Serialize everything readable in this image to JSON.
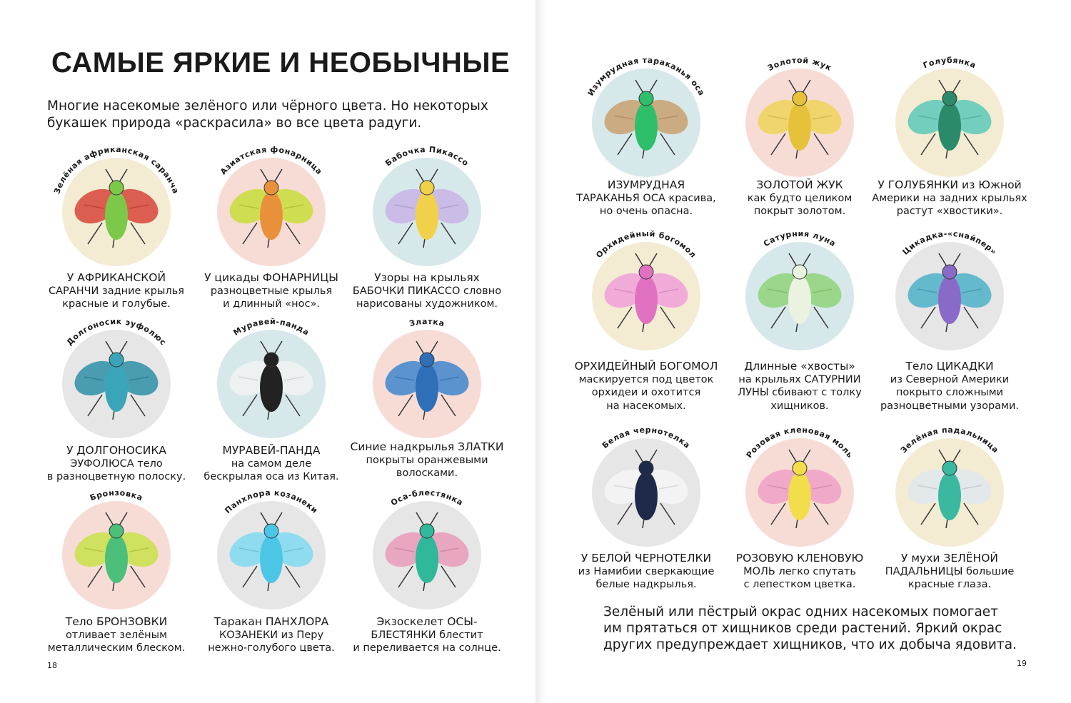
{
  "left_page": {
    "title": "САМЫЕ ЯРКИЕ И НЕОБЫЧНЫЕ",
    "intro": [
      "Многие насекомые зелёного или чёрного цвета. Но некоторых",
      "букашек природа «раскрасила» во все цвета радуги."
    ],
    "page_number": "18"
  },
  "right_page": {
    "outro": [
      "Зелёный или пёстрый окрас одних насекомых помогает",
      "им прятаться от хищников среди растений. Яркий окрас",
      "других предупреждает хищников, что их добыча ядовита."
    ],
    "page_number": "19"
  },
  "insects": [
    {
      "label": "Зелёная африканская саранча",
      "caption": [
        "У АФРИКАНСКОЙ",
        "САРАНЧИ задние крылья",
        "красные и голубые."
      ],
      "bg": "#f3ecd3",
      "body": "#7cc94a",
      "wing": "#d6453a"
    },
    {
      "label": "Азиатская фонарница",
      "caption": [
        "У цикады ФОНАРНИЦЫ",
        "разноцветные крылья",
        "и длинный «нос»."
      ],
      "bg": "#f7dcd6",
      "body": "#e8913a",
      "wing": "#c8de3a"
    },
    {
      "label": "Бабочка Пикассо",
      "caption": [
        "Узоры на крыльях",
        "БАБОЧКИ ПИКАССО словно",
        "нарисованы художником."
      ],
      "bg": "#d7e8ea",
      "body": "#f2d14a",
      "wing": "#c9b3e6"
    },
    {
      "label": "Долгоносик эуфолюс",
      "caption": [
        "У ДОЛГОНОСИКА",
        "ЭУФОЛЮСА тело",
        "в разноцветную полоску."
      ],
      "bg": "#e6e6e6",
      "body": "#3aa5b8",
      "wing": "#2e8fa6"
    },
    {
      "label": "Муравей-панда",
      "caption": [
        "МУРАВЕЙ-ПАНДА",
        "на самом деле",
        "бескрылая оса из Китая."
      ],
      "bg": "#d7e8ea",
      "body": "#222222",
      "wing": "#f2f2f2"
    },
    {
      "label": "Златка",
      "caption": [
        "Синие надкрылья ЗЛАТКИ",
        "покрыты оранжевыми",
        "волосками."
      ],
      "bg": "#f7dcd6",
      "body": "#2f6fb8",
      "wing": "#3f86cc"
    },
    {
      "label": "Бронзовка",
      "caption": [
        "Тело БРОНЗОВКИ",
        "отливает зелёным",
        "металлическим блеском."
      ],
      "bg": "#f7dcd6",
      "body": "#4cbf7a",
      "wing": "#c9e04a"
    },
    {
      "label": "Панхлора козанеки",
      "caption": [
        "Таракан ПАНХЛОРА",
        "КОЗАНЕКИ из Перу",
        "нежно-голубого цвета."
      ],
      "bg": "#e6e6e6",
      "body": "#4cc6e6",
      "wing": "#7fd8f0"
    },
    {
      "label": "Оса-блестянка",
      "caption": [
        "Экзоскелет ОСЫ-",
        "БЛЕСТЯНКИ блестит",
        "и переливается на солнце."
      ],
      "bg": "#e6e6e6",
      "body": "#2fb89a",
      "wing": "#e79ab8"
    },
    {
      "label": "Изумрудная тараканья оса",
      "caption": [
        "ИЗУМРУДНАЯ",
        "ТАРАКАНЬЯ ОСА красива,",
        "но очень опасна."
      ],
      "bg": "#d7e8ea",
      "body": "#2fbf6a",
      "wing": "#c9a070"
    },
    {
      "label": "Золотой жук",
      "caption": [
        "ЗОЛОТОЙ ЖУК",
        "как будто целиком",
        "покрыт золотом."
      ],
      "bg": "#f7dcd6",
      "body": "#e6c23a",
      "wing": "#efd35a"
    },
    {
      "label": "Голубянка",
      "caption": [
        "У ГОЛУБЯНКИ из Южной",
        "Америки на задних крыльях",
        "растут «хвостики»."
      ],
      "bg": "#f3ecd3",
      "body": "#2a8a6a",
      "wing": "#5cc9b8"
    },
    {
      "label": "Орхидейный богомол",
      "caption": [
        "ОРХИДЕЙНЫЙ БОГОМОЛ",
        "маскируется под цветок",
        "орхидеи и охотится",
        "на насекомых."
      ],
      "bg": "#f3ecd3",
      "body": "#e070c0",
      "wing": "#f0a0d8"
    },
    {
      "label": "Сатурния луна",
      "caption": [
        "Длинные «хвосты»",
        "на крыльях САТУРНИИ",
        "ЛУНЫ сбивают с толку",
        "хищников."
      ],
      "bg": "#d7e8ea",
      "body": "#eaf3e0",
      "wing": "#8fd47a"
    },
    {
      "label": "Цикадка-«снайпер»",
      "caption": [
        "Тело ЦИКАДКИ",
        "из Северной Америки",
        "покрыто сложными",
        "разноцветными узорами."
      ],
      "bg": "#e6e6e6",
      "body": "#8a6ac8",
      "wing": "#4cb0c8"
    },
    {
      "label": "Белая чернотелка",
      "caption": [
        "У БЕЛОЙ ЧЕРНОТЕЛКИ",
        "из Намибии сверкающие",
        "белые надкрылья."
      ],
      "bg": "#e6e6e6",
      "body": "#1d2a4a",
      "wing": "#f4f4f4"
    },
    {
      "label": "Розовая кленовая моль",
      "caption": [
        "РОЗОВУЮ КЛЕНОВУЮ",
        "МОЛЬ легко спутать",
        "с лепестком цветка."
      ],
      "bg": "#f7dcd6",
      "body": "#f2de4a",
      "wing": "#f0a0c8"
    },
    {
      "label": "Зелёная падальница",
      "caption": [
        "У мухи ЗЕЛЁНОЙ",
        "ПАДАЛЬНИЦЫ большие",
        "красные глаза."
      ],
      "bg": "#f3ecd3",
      "body": "#3ab8a0",
      "wing": "#dfe8ee"
    }
  ]
}
